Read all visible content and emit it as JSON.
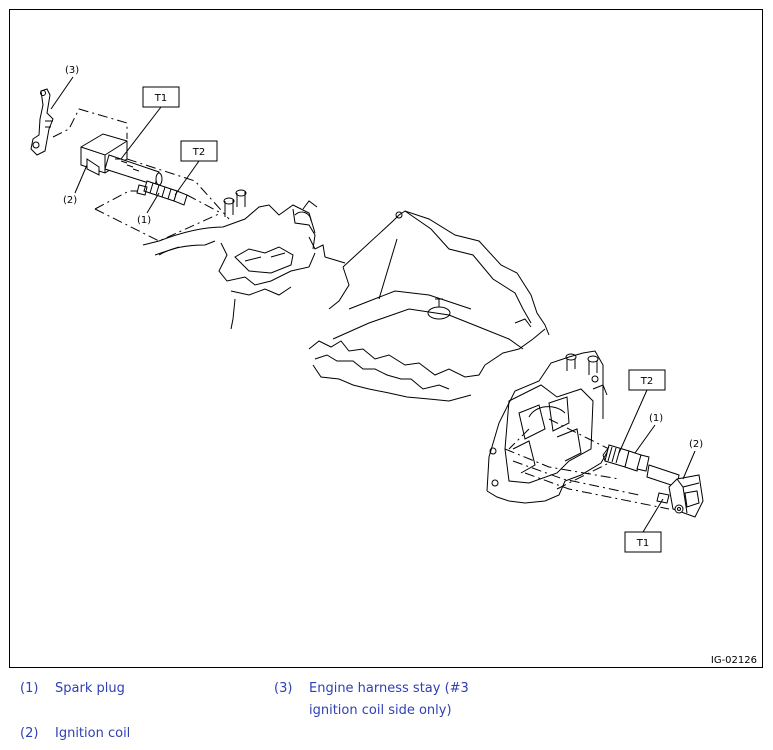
{
  "figure": {
    "id": "IG-02126",
    "callouts": {
      "t1_left": "T1",
      "t2_left": "T2",
      "t2_right": "T2",
      "t1_right": "T1",
      "n3_left": "(3)",
      "n2_left": "(2)",
      "n1_left": "(1)",
      "n1_right": "(1)",
      "n2_right": "(2)"
    }
  },
  "legend": [
    {
      "num": "(1)",
      "text": "Spark plug"
    },
    {
      "num": "(2)",
      "text": "Ignition coil"
    },
    {
      "num": "(3)",
      "text_line1": "Engine harness stay (#3",
      "text_line2": "ignition coil side only)"
    }
  ]
}
